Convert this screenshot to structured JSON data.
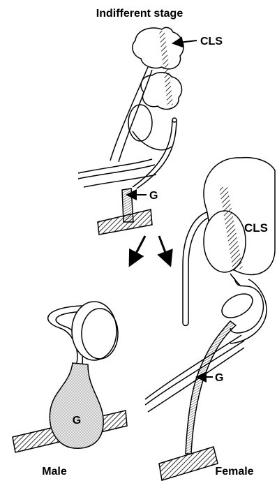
{
  "labels": {
    "title": "Indifferent stage",
    "cls_top": "CLS",
    "g_top": "G",
    "cls_right": "CLS",
    "g_right": "G",
    "g_male": "G",
    "male": "Male",
    "female": "Female"
  }
}
